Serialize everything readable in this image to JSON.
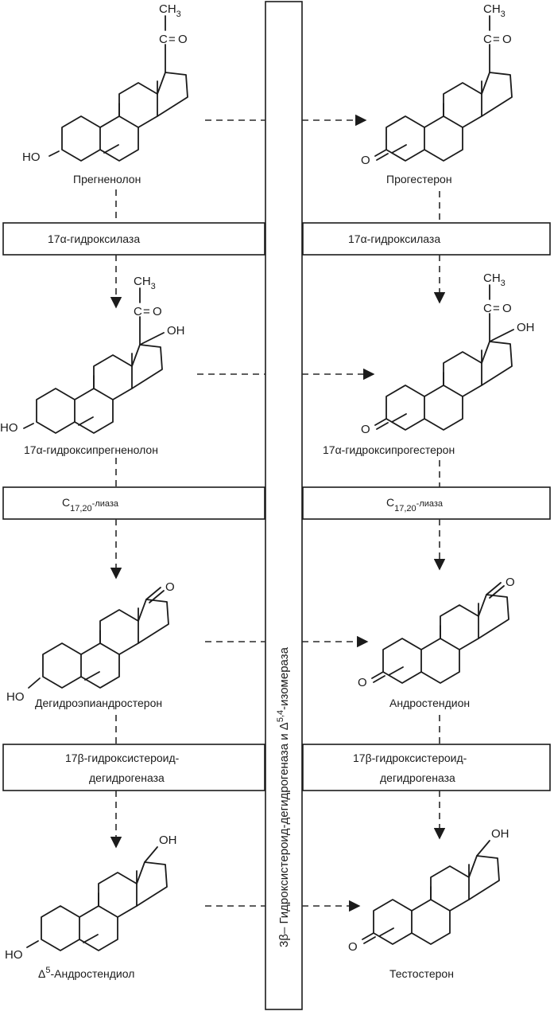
{
  "center_enzyme": {
    "prefix": "3β– Гидроксистероид-дегидрогеназа и Δ",
    "superscript": "5,4",
    "suffix": "-изомераза"
  },
  "compounds": {
    "pregnenolone": "Прегненолон",
    "progesterone": "Прогестерон",
    "hydroxypregnenolone": "17α-гидроксипрегненолон",
    "hydroxyprogesterone": "17α-гидроксипрогестерон",
    "dhea": "Дегидроэпиандростерон",
    "androstenedione": "Андростендион",
    "androstenediol_prefix": "Δ",
    "androstenediol_sup": "5",
    "androstenediol_suffix": "-Андростендиол",
    "testosterone": "Тестостерон"
  },
  "enzymes": {
    "hydroxylase_left": "17α-гидроксилаза",
    "hydroxylase_right": "17α-гидроксилаза",
    "lyase_left_c": "C",
    "lyase_left_sub": "17,20",
    "lyase_left_rest": "-лиаза",
    "lyase_right_c": "C",
    "lyase_right_sub": "17,20",
    "lyase_right_rest": "-лиаза",
    "hsd_left_line1": "17β-гидроксистероид-",
    "hsd_left_line2": "дегидрогеназа",
    "hsd_right_line1": "17β-гидроксистероид-",
    "hsd_right_line2": "дегидрогеназа"
  },
  "atoms": {
    "ch3": "CH",
    "ch3_sub": "3",
    "c": "C",
    "eq": "=",
    "o": "O",
    "oh": "OH",
    "ho": "HO"
  }
}
